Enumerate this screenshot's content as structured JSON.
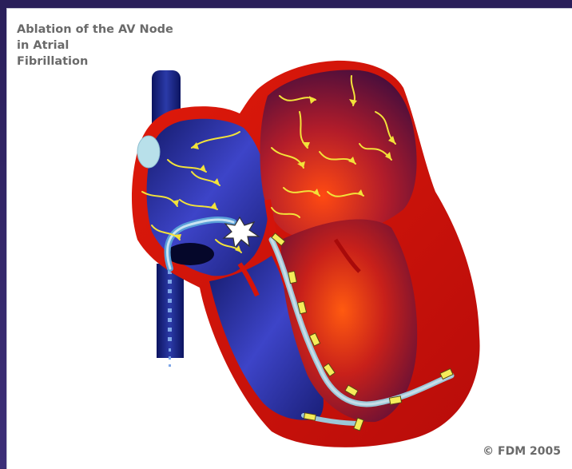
{
  "title_lines": [
    "Ablation of the AV Node",
    "in Atrial",
    "Fibrillation"
  ],
  "copyright": "© FDM 2005",
  "colors": {
    "frame": "#3a2a6e",
    "panel": "#ffffff",
    "heart_wall": "#d4140a",
    "right_chamber": "#3a3fb8",
    "left_chamber": "#c2261a",
    "vessel": "#1e2a8c",
    "impulse_arrows": "#f2e23a",
    "lead_wire": "#a8c8d8",
    "electrode": "#f5ec5a"
  }
}
